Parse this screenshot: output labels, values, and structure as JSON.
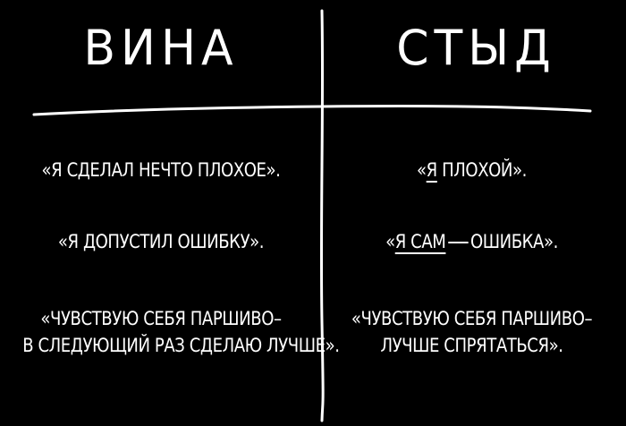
{
  "left_column": {
    "heading": "ВИНА",
    "phrases": [
      "«Я СДЕЛАЛ НЕЧТО ПЛОХОЕ».",
      "«Я ДОПУСТИЛ ОШИБКУ».",
      "«ЧУВСТВУЮ СЕБЯ ПАРШИВО–",
      "В СЛЕДУЮЩИЙ РАЗ СДЕЛАЮ ЛУЧШЕ»."
    ]
  },
  "right_column": {
    "heading": "СТЫД",
    "phrase1": {
      "open": "«",
      "pronoun": "Я",
      "rest": " ПЛОХОЙ»."
    },
    "phrase2": {
      "open": "«",
      "pronoun": "Я САМ",
      "rest": "ОШИБКА»."
    },
    "phrase3": [
      "«ЧУВСТВУЮ СЕБЯ ПАРШИВО–",
      "ЛУЧШЕ СПРЯТАТЬСЯ»."
    ]
  },
  "colors": {
    "background": "#000000",
    "foreground": "#ffffff"
  }
}
